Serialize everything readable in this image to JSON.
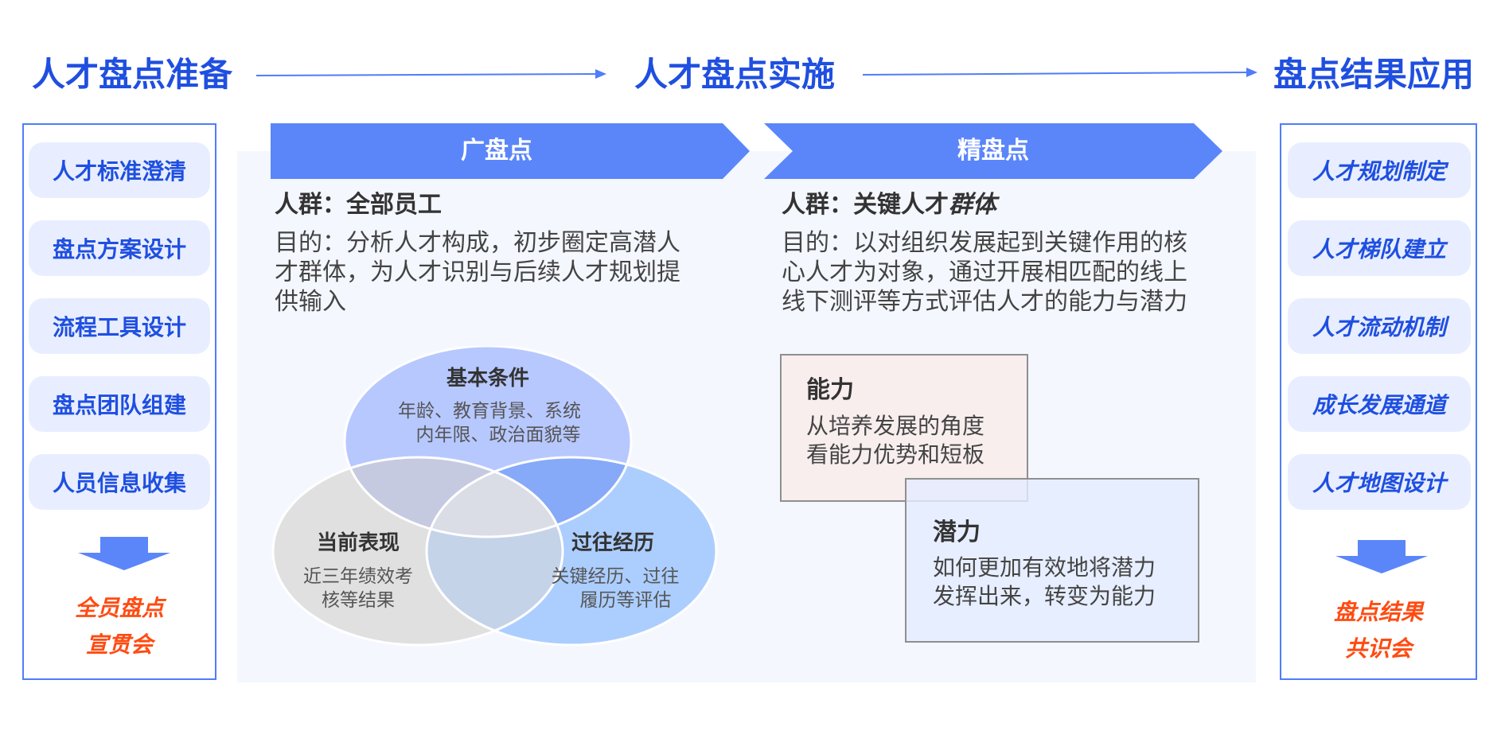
{
  "phases": {
    "prepare": "人才盘点准备",
    "implement": "人才盘点实施",
    "apply": "盘点结果应用"
  },
  "left_column": {
    "items": [
      "人才标准澄清",
      "盘点方案设计",
      "流程工具设计",
      "盘点团队组建",
      "人员信息收集"
    ],
    "meeting_line1": "全员盘点",
    "meeting_line2": "宣贯会"
  },
  "right_column": {
    "items": [
      "人才规划制定",
      "人才梯队建立",
      "人才流动机制",
      "成长发展通道",
      "人才地图设计"
    ],
    "meeting_line1": "盘点结果",
    "meeting_line2": "共识会"
  },
  "broad": {
    "banner": "广盘点",
    "group_label": "人群：全部员工",
    "purpose_lines": [
      "目的：分析人才构成，初步圈定高潜人",
      "才群体，为人才识别与后续人才规划提",
      "供输入"
    ],
    "venn": {
      "top_title": "基本条件",
      "top_desc_1": "年龄、教育背景、系统",
      "top_desc_2": "内年限、政治面貌等",
      "left_title": "当前表现",
      "left_desc_1": "近三年绩效考",
      "left_desc_2": "核等结果",
      "right_title": "过往经历",
      "right_desc_1": "关键经历、过往",
      "right_desc_2": "履历等评估"
    }
  },
  "fine": {
    "banner": "精盘点",
    "group_label": "人群：关键人才",
    "group_label_em": "群体",
    "purpose_lines": [
      "目的：以对组织发展起到关键作用的核",
      "心人才为对象，通过开展相匹配的线上",
      "线下测评等方式评估人才的能力与潜力"
    ],
    "ability_title": "能力",
    "ability_desc_1": "从培养发展的角度",
    "ability_desc_2": "看能力优势和短板",
    "potential_title": "潜力",
    "potential_desc_1": "如何更加有效地将潜力",
    "potential_desc_2": "发挥出来，转变为能力"
  },
  "colors": {
    "accent": "#1f4fe0",
    "banner": "#5b86fa",
    "pill_bg": "#e8eeff",
    "meeting_text": "#ff4b12",
    "venn_top": "#b7c8ff",
    "venn_left": "#e0e0e0",
    "venn_right": "#acceff",
    "ability_bg": "#f8eeee",
    "potential_bg": "#e4ebff"
  }
}
